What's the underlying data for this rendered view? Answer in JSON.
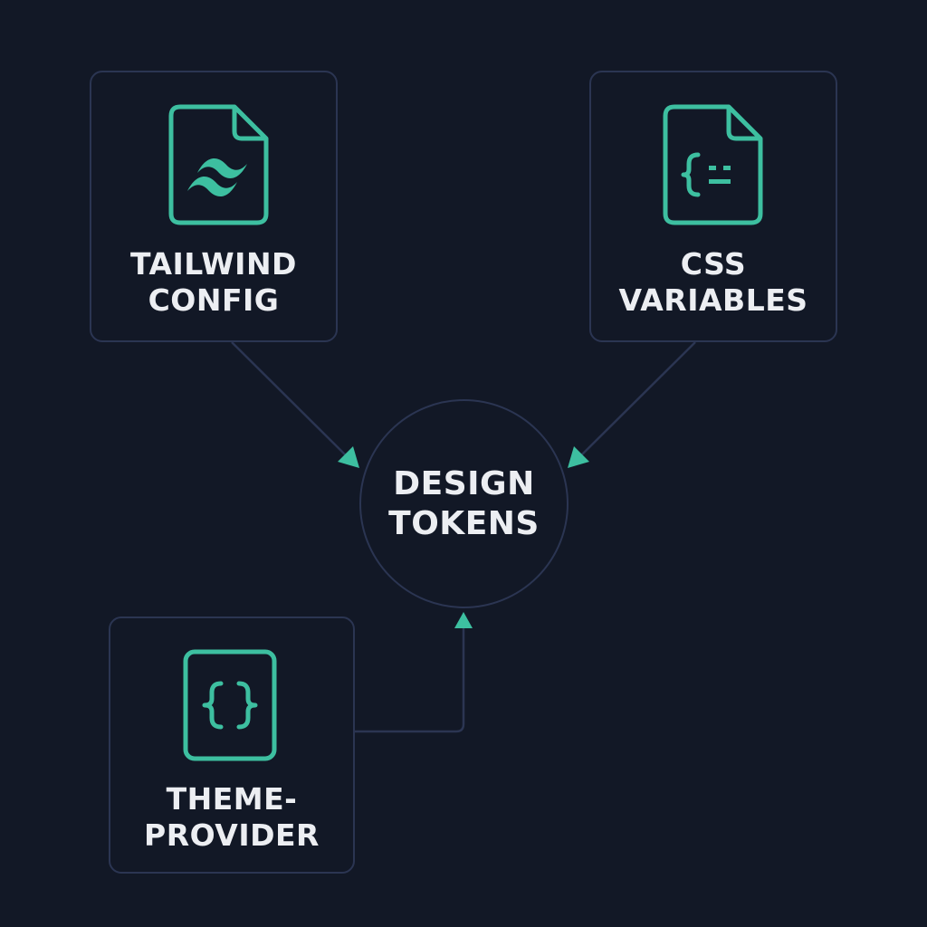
{
  "colors": {
    "background": "#121826",
    "border": "#2b3552",
    "accent": "#3dbfa0",
    "text": "#eceef2"
  },
  "hub": {
    "label": "DESIGN\nTOKENS"
  },
  "nodes": [
    {
      "label": "TAILWIND\nCONFIG",
      "icon": "tailwind-file-icon"
    },
    {
      "label": "CSS\nVARIABLES",
      "icon": "css-file-icon"
    },
    {
      "label": "THEME-\nPROVIDER",
      "icon": "braces-icon"
    }
  ]
}
